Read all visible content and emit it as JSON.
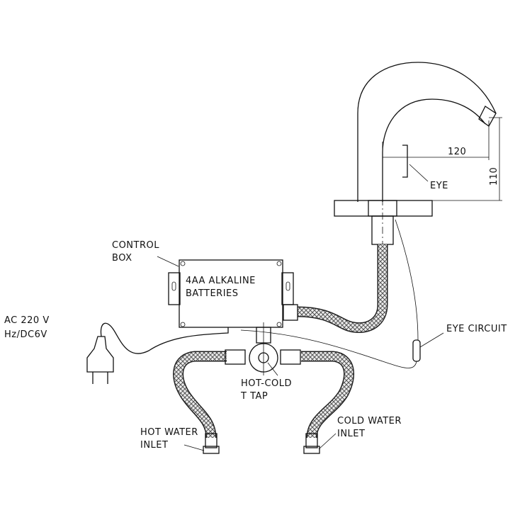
{
  "labels": {
    "control_box": [
      "CONTROL",
      "BOX"
    ],
    "batteries": [
      "4AA ALKALINE",
      "BATTERIES"
    ],
    "power": [
      "AC 220 V",
      "Hz/DC6V"
    ],
    "t_tap": [
      "HOT-COLD",
      "T TAP"
    ],
    "hot_inlet": [
      "HOT WATER",
      "INLET"
    ],
    "cold_inlet": [
      "COLD WATER",
      "INLET"
    ],
    "eye_circuit": "EYE CIRCUIT",
    "eye": "EYE"
  },
  "dimensions": {
    "spout_reach": "120",
    "spout_height": "110"
  }
}
